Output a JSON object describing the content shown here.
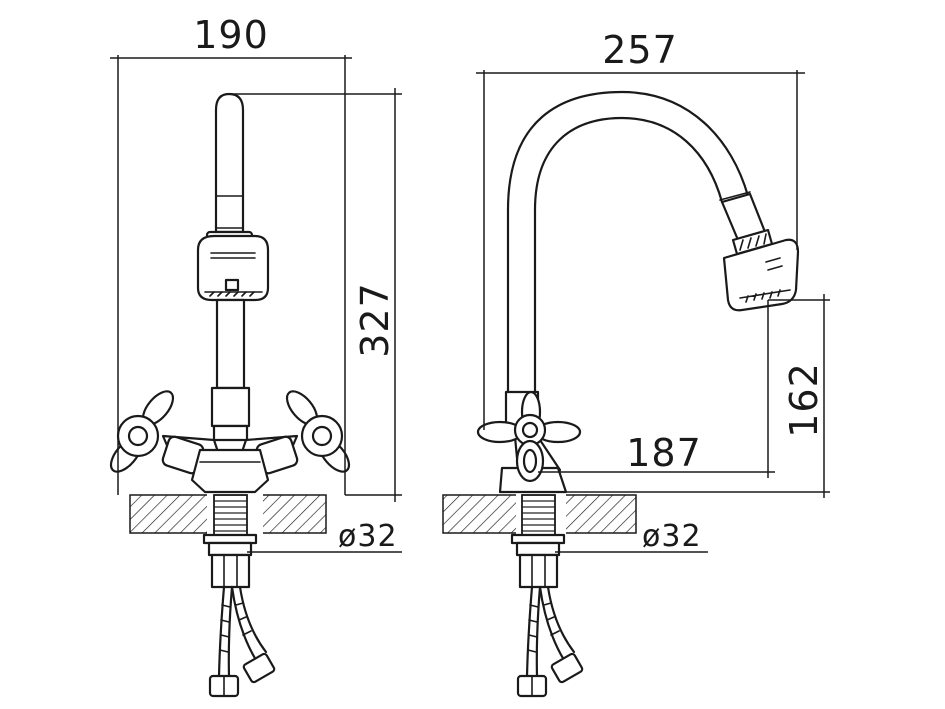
{
  "dimensions": {
    "front_width": "190",
    "front_height": "327",
    "side_width": "257",
    "side_spout_reach": "187",
    "side_spout_height": "162",
    "front_diameter": "ø32",
    "side_diameter": "ø32"
  },
  "colors": {
    "line": "#1a1a1a",
    "background": "#ffffff"
  }
}
